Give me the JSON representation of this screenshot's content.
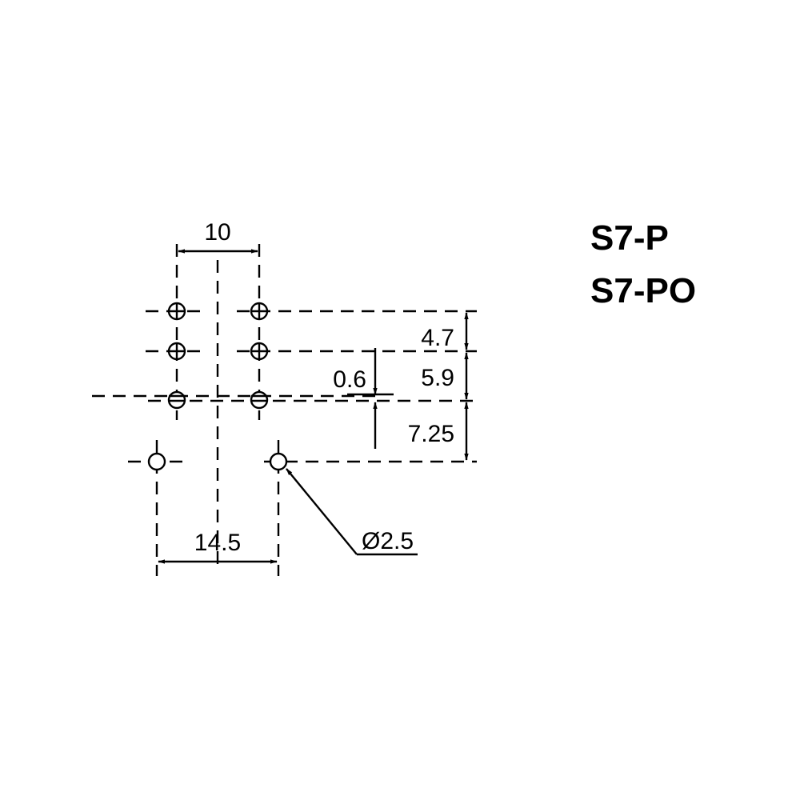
{
  "models": [
    "S7-P",
    "S7-PO"
  ],
  "dimensions": {
    "upper_pin_spacing": "10",
    "lower_pin_spacing": "14.5",
    "row_gap_1": "4.7",
    "row_gap_2": "5.9",
    "row_gap_3": "7.25",
    "offset": "0.6",
    "hole_diameter": "Ø2.5"
  },
  "colors": {
    "line": "#000000",
    "background": "#ffffff"
  }
}
